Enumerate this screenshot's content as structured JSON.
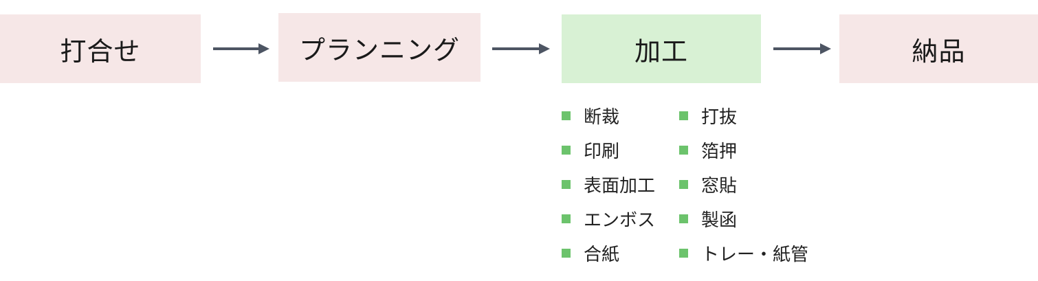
{
  "colors": {
    "step_pink": "#f6e7e7",
    "step_green": "#d8f1d4",
    "arrow": "#4d5563",
    "bullet": "#6cc36c",
    "text": "#222222"
  },
  "steps": [
    {
      "label": "打合せ"
    },
    {
      "label": "プランニング"
    },
    {
      "label": "加工"
    },
    {
      "label": "納品"
    }
  ],
  "processing_items": {
    "left": [
      "断裁",
      "印刷",
      "表面加工",
      "エンボス",
      "合紙"
    ],
    "right": [
      "打抜",
      "箔押",
      "窓貼",
      "製函",
      "トレー・紙管"
    ]
  },
  "icons": {
    "arrow": "right-arrow-icon",
    "bullet": "square-bullet-icon"
  }
}
